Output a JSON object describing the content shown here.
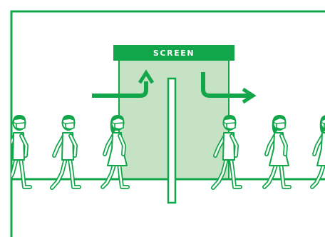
{
  "screen_label": "SCREEN",
  "colors": {
    "primary": "#12a64a",
    "screen_fill": "#c5e3c4",
    "background": "#ffffff"
  },
  "icons": [
    "arrow-up-icon",
    "arrow-right-icon"
  ],
  "people": [
    {
      "id": "person-1",
      "gender": "male",
      "mask": true
    },
    {
      "id": "person-2",
      "gender": "male",
      "mask": true
    },
    {
      "id": "person-3",
      "gender": "female",
      "mask": true
    },
    {
      "id": "person-4",
      "gender": "male",
      "mask": true
    },
    {
      "id": "person-5",
      "gender": "female",
      "mask": true
    },
    {
      "id": "person-6",
      "gender": "female",
      "mask": true
    }
  ]
}
